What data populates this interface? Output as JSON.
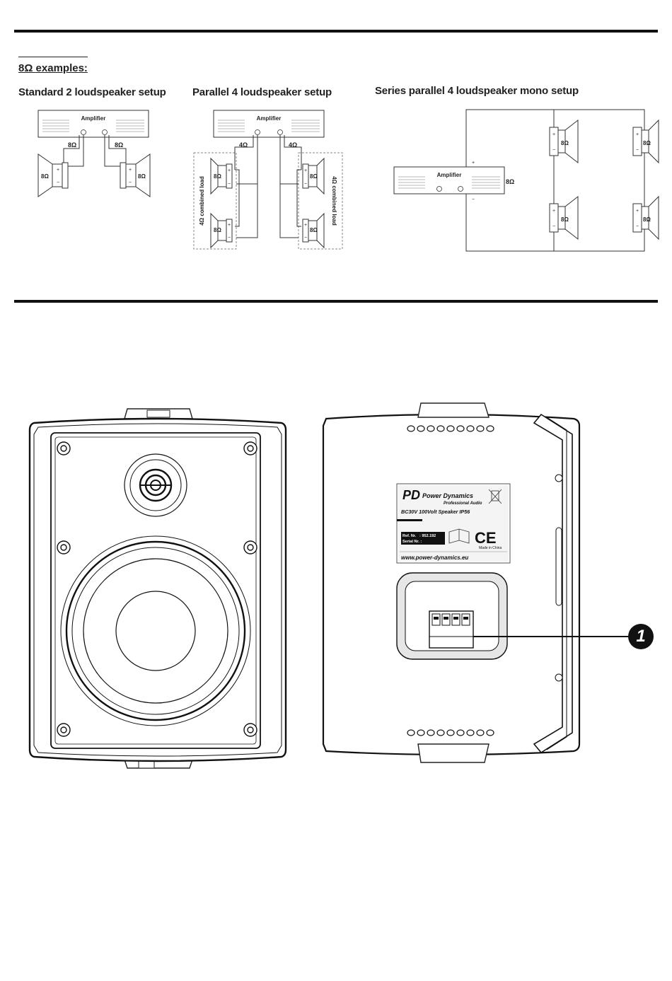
{
  "section": {
    "title": "8Ω examples:"
  },
  "setups": {
    "standard": {
      "title": "Standard 2 loudspeaker setup",
      "amp_label": "Amplifier",
      "imp_left": "8Ω",
      "imp_right": "8Ω",
      "spk_left": "8Ω",
      "spk_right": "8Ω"
    },
    "parallel": {
      "title": "Parallel 4 loudspeaker setup",
      "amp_label": "Amplifier",
      "imp_left": "4Ω",
      "imp_right": "4Ω",
      "spk_tl": "8Ω",
      "spk_bl": "8Ω",
      "spk_tr": "8Ω",
      "spk_br": "8Ω",
      "load_left": "4Ω combined load",
      "load_right": "4Ω combined load"
    },
    "series_parallel": {
      "title": "Series parallel 4 loudspeaker mono setup",
      "amp_label": "Amplifier",
      "imp": "8Ω",
      "spk_1": "8Ω",
      "spk_2": "8Ω",
      "spk_3": "8Ω",
      "spk_4": "8Ω"
    }
  },
  "symbols": {
    "plus": "+",
    "minus": "−"
  },
  "label_plate": {
    "brand": "Power Dynamics",
    "subbrand": "Professional Audio",
    "model": "BC30V 100Volt Speaker IP56",
    "ref_label": "Ref. Nr.",
    "ref_value": ": 952.192",
    "serial_label": "Serial Nr. :",
    "made_in": "Made in China",
    "ce": "CE",
    "website": "www.power-dynamics.eu"
  },
  "callout": {
    "number": "1"
  }
}
